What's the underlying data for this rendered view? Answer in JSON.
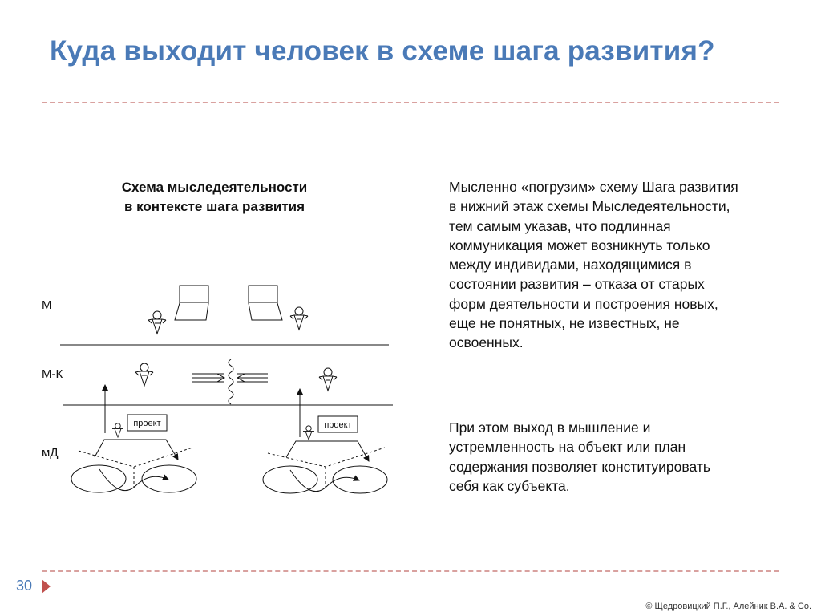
{
  "slide": {
    "title": "Куда выходит человек в схеме шага развития?",
    "page_number": "30",
    "copyright": "© Щедровицкий П.Г., Алейник В.А. & Co."
  },
  "diagram": {
    "title_lines": [
      "Схема мыследеятельности",
      "в контексте шага развития"
    ],
    "levels": {
      "top": "М",
      "middle": "М-К",
      "bottom": "мД"
    },
    "project_label_left": "проект",
    "project_label_right": "проект"
  },
  "text": {
    "paragraph1_lines": [
      "Мысленно «погрузим» схему Шага развития",
      "в нижний этаж схемы Мыследеятельности,",
      "тем самым указав, что подлинная",
      "коммуникация может возникнуть только",
      "между индивидами, находящимися в",
      "состоянии развития – отказа от старых",
      "форм деятельности и построения новых,",
      "еще не понятных, не известных, не",
      "освоенных."
    ],
    "paragraph2_lines": [
      "При этом выход в мышление и",
      "устремленность на объект или план",
      "содержания позволяет конституировать",
      "себя как субъекта."
    ]
  },
  "colors": {
    "title": "#4a7ab7",
    "dashed_rule": "#d9a19f",
    "page_marker": "#c0504d"
  }
}
